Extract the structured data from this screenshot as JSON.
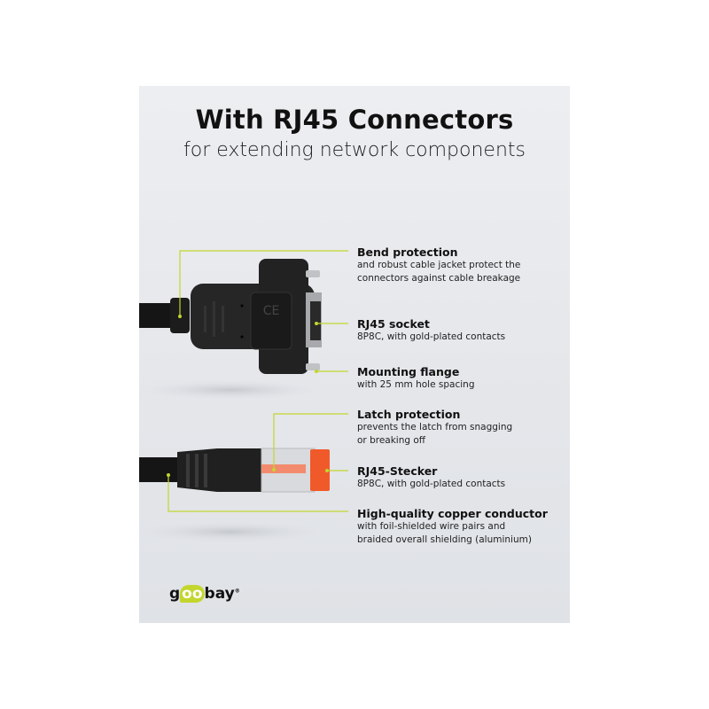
{
  "header": {
    "title": "With RJ45 Connectors",
    "subtitle": "for extending network components"
  },
  "callouts": [
    {
      "title": "Bend protection",
      "lines": [
        "and robust cable jacket protect the",
        "connectors against cable breakage"
      ]
    },
    {
      "title": "RJ45 socket",
      "lines": [
        "8P8C, with gold-plated contacts"
      ]
    },
    {
      "title": "Mounting flange",
      "lines": [
        "with 25 mm hole spacing"
      ]
    },
    {
      "title": "Latch protection",
      "lines": [
        "prevents the latch from snagging",
        "or breaking off"
      ]
    },
    {
      "title": "RJ45-Stecker",
      "lines": [
        "8P8C, with gold-plated contacts"
      ]
    },
    {
      "title": "High-quality copper conductor",
      "lines": [
        "with foil-shielded wire pairs and",
        "braided overall shielding (aluminium)"
      ]
    }
  ],
  "logo": {
    "pre": "g",
    "oo": "oo",
    "post": "bay",
    "mark": "®"
  },
  "colors": {
    "accent": "#c3d62e",
    "plug_tip": "#f05a2a"
  }
}
